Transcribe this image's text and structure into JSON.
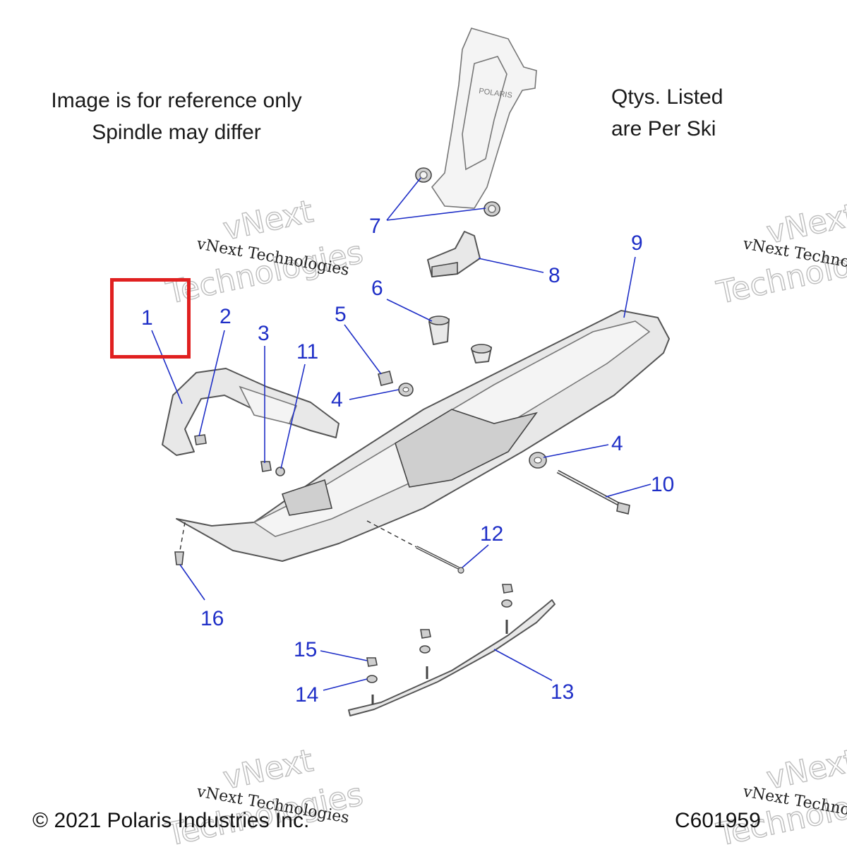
{
  "notes": {
    "reference": [
      "Image is for reference only",
      "Spindle may differ"
    ],
    "qty": [
      "Qtys. Listed",
      "are Per Ski"
    ]
  },
  "callouts": [
    "1",
    "2",
    "3",
    "4",
    "4",
    "5",
    "6",
    "7",
    "8",
    "9",
    "10",
    "11",
    "12",
    "13",
    "14",
    "15",
    "16"
  ],
  "highlight": {
    "part": "1",
    "color": "#e02020"
  },
  "footer": {
    "copyright": "© 2021 Polaris Industries Inc.",
    "figure_id": "C601959"
  },
  "watermark": {
    "line1": "vNext Technologies",
    "line2": [
      "vNext",
      "Technologies"
    ]
  },
  "colors": {
    "callout": "#1f2fc7",
    "highlight": "#e02020",
    "part_line": "#555555"
  }
}
